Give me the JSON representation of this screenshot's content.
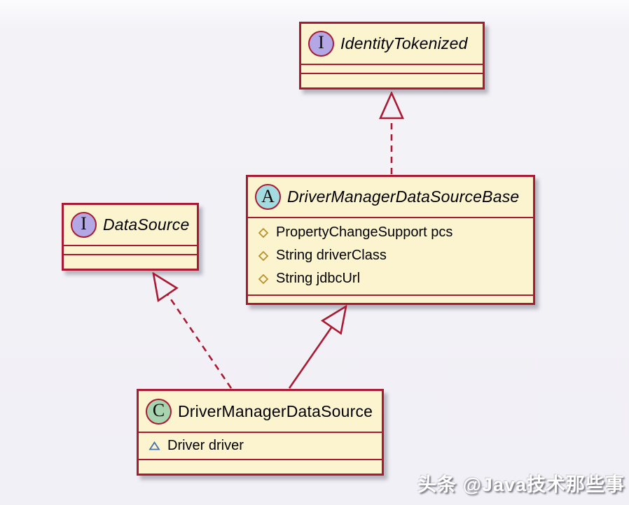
{
  "diagram": {
    "type": "uml-class-diagram",
    "colors": {
      "background": "#f1f0f6",
      "box_fill": "#fbf4ce",
      "border_red": "#ab1a32",
      "interface_badge": "#b4a7e5",
      "abstract_badge": "#a2dce0",
      "class_badge": "#a7d3ae",
      "protected_field_icon": "#b8922c",
      "package_private_field_icon": "#4472a8"
    }
  },
  "boxes": {
    "identityTokenized": {
      "kind": "interface",
      "letter": "I",
      "name": "IdentityTokenized",
      "fields": [],
      "methods": []
    },
    "base": {
      "kind": "abstract class",
      "letter": "A",
      "name": "DriverManagerDataSourceBase",
      "fields": [
        {
          "visibility": "protected",
          "icon": "diamond",
          "text": "PropertyChangeSupport pcs"
        },
        {
          "visibility": "protected",
          "icon": "diamond",
          "text": "String driverClass"
        },
        {
          "visibility": "protected",
          "icon": "diamond",
          "text": "String jdbcUrl"
        }
      ],
      "methods": []
    },
    "dataSource": {
      "kind": "interface",
      "letter": "I",
      "name": "DataSource",
      "fields": [],
      "methods": []
    },
    "dmds": {
      "kind": "class",
      "letter": "C",
      "name": "DriverManagerDataSource",
      "fields": [
        {
          "visibility": "package-private",
          "icon": "triangle",
          "text": "Driver driver"
        }
      ],
      "methods": []
    }
  },
  "relations": [
    {
      "from": "DriverManagerDataSourceBase",
      "to": "IdentityTokenized",
      "type": "realization",
      "line": "dashed"
    },
    {
      "from": "DriverManagerDataSource",
      "to": "DataSource",
      "type": "realization",
      "line": "dashed"
    },
    {
      "from": "DriverManagerDataSource",
      "to": "DriverManagerDataSourceBase",
      "type": "generalization",
      "line": "solid"
    }
  ],
  "watermark": {
    "text": "头条 @Java技术那些事"
  }
}
